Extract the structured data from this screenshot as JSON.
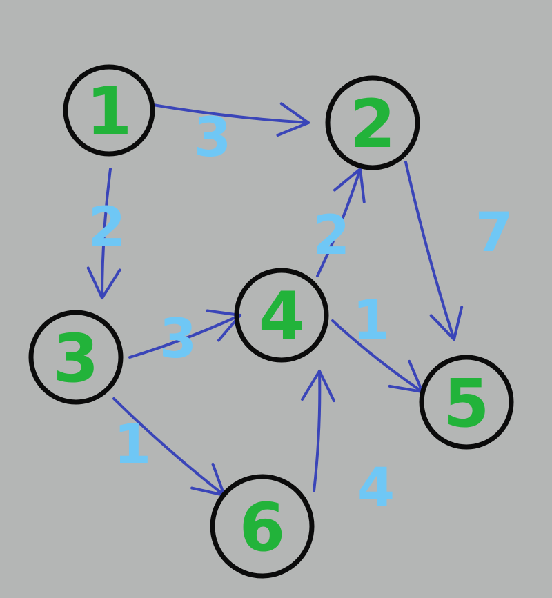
{
  "colors": {
    "background": "#b4b6b5",
    "node_outline": "#0b0b0b",
    "node_label": "#22b33a",
    "edge": "#3a45b8",
    "weight": "#6fc7f5"
  },
  "nodes": [
    {
      "id": "1",
      "label": "1"
    },
    {
      "id": "2",
      "label": "2"
    },
    {
      "id": "3",
      "label": "3"
    },
    {
      "id": "4",
      "label": "4"
    },
    {
      "id": "5",
      "label": "5"
    },
    {
      "id": "6",
      "label": "6"
    }
  ],
  "edges": [
    {
      "from": "1",
      "to": "2",
      "weight": "3"
    },
    {
      "from": "1",
      "to": "3",
      "weight": "2"
    },
    {
      "from": "3",
      "to": "4",
      "weight": "3"
    },
    {
      "from": "3",
      "to": "6",
      "weight": "1"
    },
    {
      "from": "4",
      "to": "2",
      "weight": "2"
    },
    {
      "from": "4",
      "to": "5",
      "weight": "1"
    },
    {
      "from": "2",
      "to": "5",
      "weight": "7"
    },
    {
      "from": "6",
      "to": "4",
      "weight": "4"
    }
  ]
}
